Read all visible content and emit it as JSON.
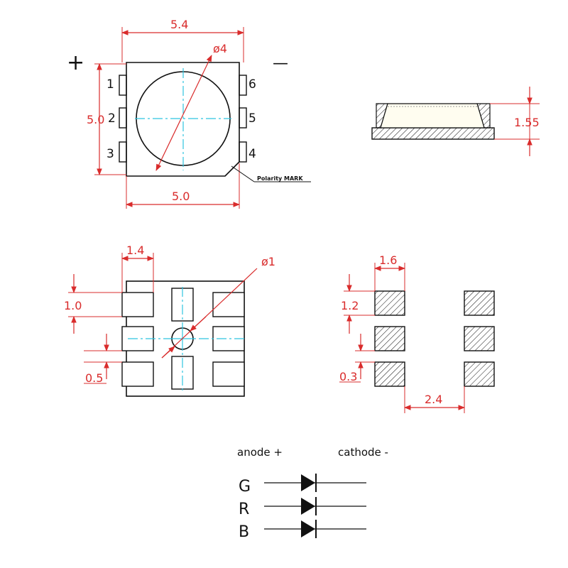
{
  "top_view": {
    "width_label": "5.4",
    "height_label": "5.0",
    "bottom_width_label": "5.0",
    "lens_diameter_label": "ø4",
    "plus_sign": "+",
    "minus_sign": "—",
    "pins_left": [
      "1",
      "2",
      "3"
    ],
    "pins_right": [
      "6",
      "5",
      "4"
    ],
    "polarity_label": "Polarity MARK"
  },
  "side_view": {
    "height_label": "1.55"
  },
  "bottom_view": {
    "pad_width_label": "1.4",
    "pad_height_label": "1.0",
    "hole_label": "ø1",
    "gap_label": "0.5"
  },
  "footprint": {
    "pad_width_label": "1.6",
    "pad_height_label": "1.2",
    "gap_label": "0.3",
    "spacing_label": "2.4"
  },
  "legend": {
    "anode_label": "anode +",
    "cathode_label": "cathode -",
    "rows": [
      "G",
      "R",
      "B"
    ]
  },
  "colors": {
    "dimension": "#d92c2c",
    "center_line": "#2fc4e0",
    "outline": "#111111"
  }
}
